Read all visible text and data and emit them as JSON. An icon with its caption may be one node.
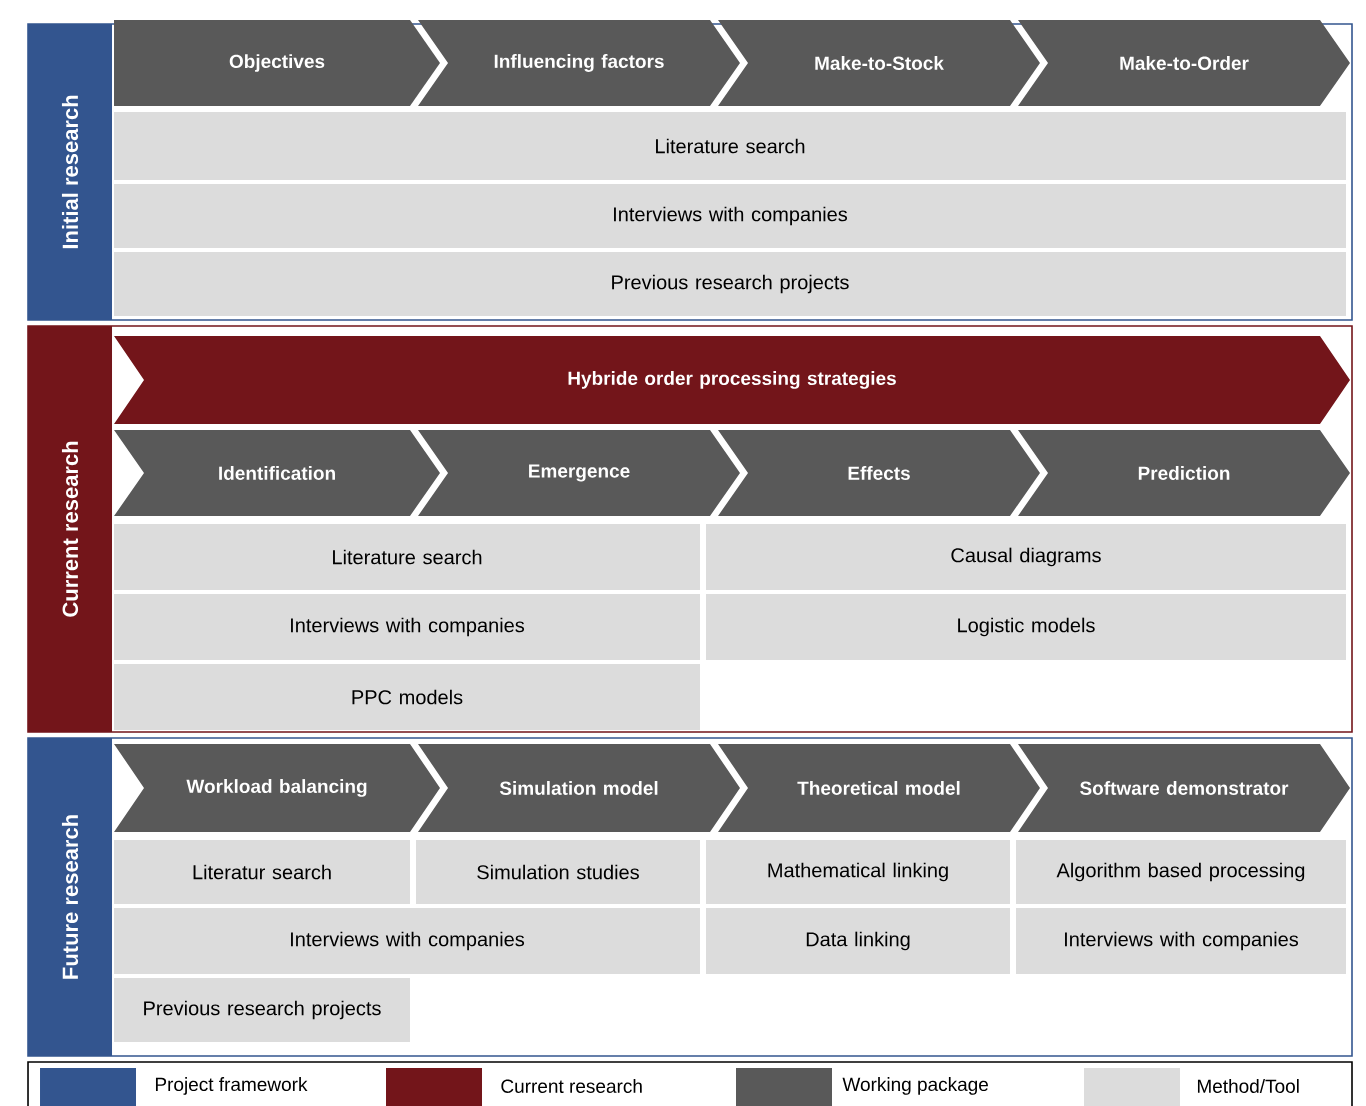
{
  "diagram": {
    "nodes": [
      {
        "text": [
          "Initial research"
        ]
      },
      {
        "text": [
          "Objectives"
        ],
        "in": 0
      },
      {
        "text": [
          "Influencing factors"
        ],
        "in": 0
      },
      {
        "text": [
          "Make-to-Stock"
        ],
        "in": 0
      },
      {
        "text": [
          "Make-to-Order"
        ],
        "in": 0
      },
      {
        "text": [
          "Literature search"
        ],
        "in": 0
      },
      {
        "text": [
          "Interviews with companies"
        ],
        "in": 0
      },
      {
        "text": [
          "Previous research projects"
        ],
        "in": 0
      },
      {
        "text": [
          "Current research"
        ]
      },
      {
        "text": [
          "Hybride order processing strategies"
        ],
        "in": 8
      },
      {
        "text": [
          "Identification"
        ],
        "in": 8
      },
      {
        "text": [
          "Emergence"
        ],
        "in": 8
      },
      {
        "text": [
          "Effects"
        ],
        "in": 8
      },
      {
        "text": [
          "Prediction"
        ],
        "in": 8
      },
      {
        "text": [
          "Literature search"
        ],
        "in": 8
      },
      {
        "text": [
          "Causal diagrams"
        ],
        "in": 8
      },
      {
        "text": [
          "Interviews with companies"
        ],
        "in": 8
      },
      {
        "text": [
          "Logistic models"
        ],
        "in": 8
      },
      {
        "text": [
          "PPC models"
        ],
        "in": 8
      },
      {
        "text": [
          "Future research"
        ]
      },
      {
        "text": [
          "Workload balancing"
        ],
        "in": 19
      },
      {
        "text": [
          "Simulation model"
        ],
        "in": 19
      },
      {
        "text": [
          "Theoretical model"
        ],
        "in": 19
      },
      {
        "text": [
          "Software demonstrator"
        ],
        "in": 19
      },
      {
        "text": [
          "Literatur search"
        ],
        "in": 19
      },
      {
        "text": [
          "Simulation studies"
        ],
        "in": 19
      },
      {
        "text": [
          "Mathematical linking"
        ],
        "in": 19
      },
      {
        "text": [
          "Algorithm based processing"
        ],
        "in": 19
      },
      {
        "text": [
          "Interviews with companies"
        ],
        "in": 19
      },
      {
        "text": [
          "Data linking"
        ],
        "in": 19
      },
      {
        "text": [
          "Interviews with companies"
        ],
        "in": 19
      },
      {
        "text": [
          "Previous research projects"
        ],
        "in": 19
      }
    ],
    "legend": [
      {
        "text": "Project framework",
        "color": "#33558f"
      },
      {
        "text": "Current research",
        "color": "#73151a"
      },
      {
        "text": "Working package",
        "color": "#595959"
      },
      {
        "text": "Method/Tool",
        "color": "#dcdcdc"
      }
    ]
  }
}
